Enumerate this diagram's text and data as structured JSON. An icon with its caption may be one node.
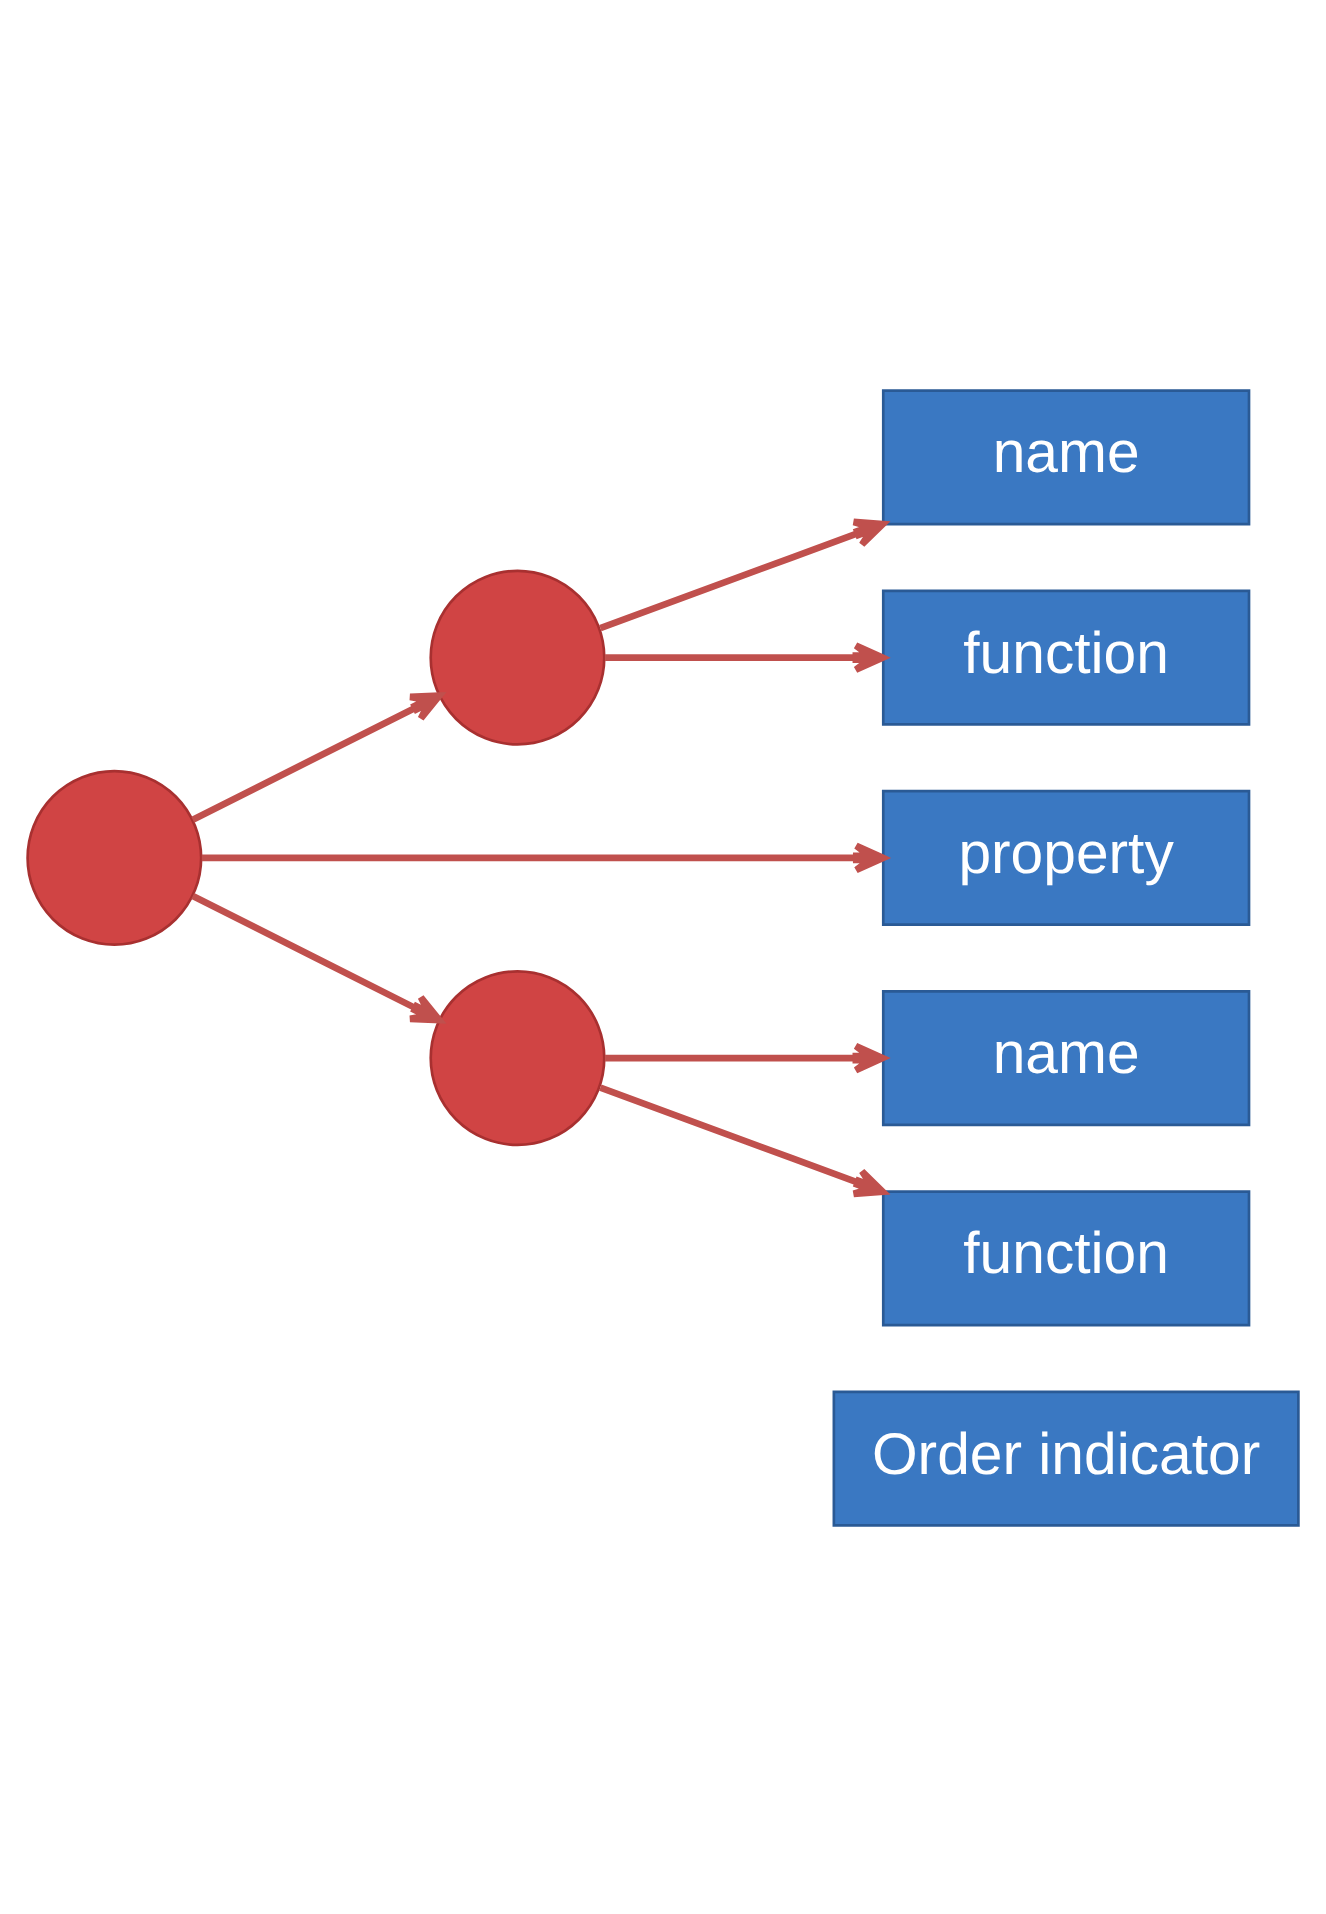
{
  "diagram": {
    "nodes": [
      {
        "text": [],
        "shape": "circle"
      },
      {
        "text": [],
        "shape": "circle"
      },
      {
        "text": [
          "name"
        ]
      },
      {
        "text": [
          "function"
        ]
      },
      {
        "text": [
          "property"
        ]
      },
      {
        "text": [],
        "shape": "circle"
      },
      {
        "text": [
          "name"
        ]
      },
      {
        "text": [
          "function"
        ]
      },
      {
        "text": [
          "Order indicator"
        ]
      }
    ],
    "edges": [
      {
        "from": 0,
        "to": 1,
        "arrow": "to"
      },
      {
        "from": 1,
        "to": 2,
        "arrow": "to"
      },
      {
        "from": 1,
        "to": 3,
        "arrow": "to"
      },
      {
        "from": 0,
        "to": 4,
        "arrow": "to"
      },
      {
        "from": 0,
        "to": 5,
        "arrow": "to"
      },
      {
        "from": 5,
        "to": 6,
        "arrow": "to"
      },
      {
        "from": 5,
        "to": 7,
        "arrow": "to"
      }
    ]
  }
}
